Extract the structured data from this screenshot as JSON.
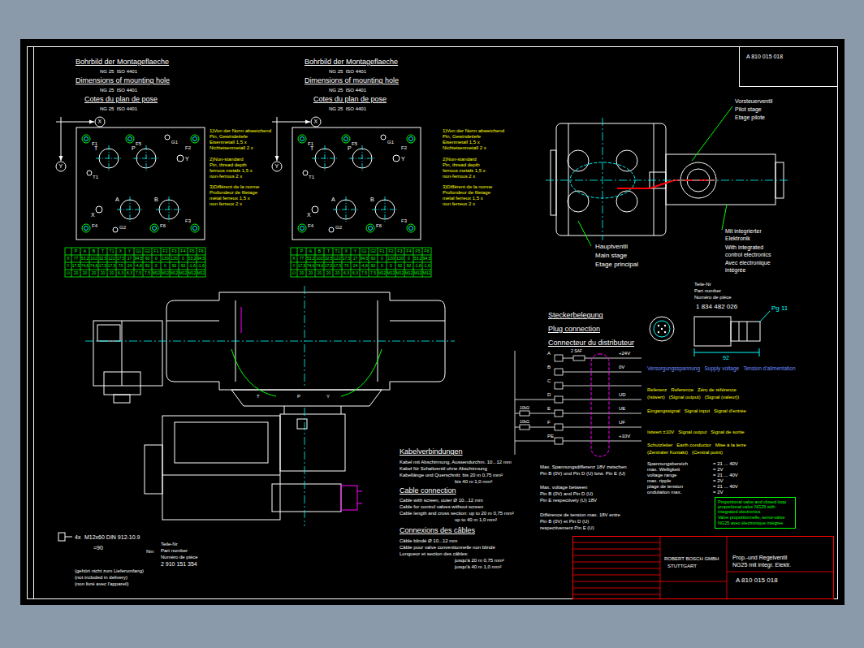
{
  "diagram": {
    "nodes": [
      {
        "text": [
          "A 810 015 018"
        ]
      },
      {
        "text": [
          "Proportional valve and closed loop proportional valve NG25 with integrated electronics",
          "Valve proportionnelle, servo-valve NG25 avec électronique intégrée"
        ]
      },
      {
        "text": [
          "ROBERT BOSCH GMBH",
          "STUTTGART",
          "Prop.-und Regelventil",
          "NG25 mit integr. Elektr.",
          "A 810 015 018"
        ]
      }
    ],
    "labels": [
      "Bohrbild der Montageflaeche",
      "NG 25  ISO 4401",
      "Dimensions of mounting hole",
      "NG 25  ISO 4401",
      "Cotes du plan de pose",
      "NG 25  ISO 4401",
      "Bohrbild der Montageflaeche",
      "NG 25  ISO 4401",
      "Dimensions of mounting hole",
      "NG 25  ISO 4401",
      "Cotes du plan de pose",
      "NG 25  ISO 4401",
      "X",
      "Y",
      "F1",
      "F5",
      "G1",
      "F2",
      "T",
      "P",
      "Y",
      "T1",
      "X",
      "A",
      "B",
      "F4",
      "G2",
      "F6",
      "F3",
      "X",
      "Y",
      "F1",
      "F5",
      "G1",
      "F2",
      "T",
      "P",
      "Y",
      "T1",
      "X",
      "A",
      "B",
      "F4",
      "G2",
      "F6",
      "F3",
      "1)Von der Norm abweichend",
      "Pin, Gewindetiefe",
      "Eisenmetall 1,5 x",
      "Nichteisenmetall 2 x",
      "2)Non-standard",
      "Pin, thread depth",
      "ferrous metals 1,5 x",
      "non-ferrous 2 x",
      "3)Différent de la norme",
      "Profondeur de filetage",
      "métal ferreux 1,5 x",
      "non ferreux 2 x",
      "1)Von der Norm abweichend",
      "Pin, Gewindetiefe",
      "Eisenmetall 1,5 x",
      "Nichteisenmetall 2 x",
      "2)Non-standard",
      "Pin, thread depth",
      "ferrous metals 1,5 x",
      "non-ferrous 2 x",
      "3)Différent de la norme",
      "Profondeur de filetage",
      "métal ferreux 1,5 x",
      "non ferreux 2 x",
      "P",
      "A",
      "B",
      "T",
      "T1",
      "X",
      "Y",
      "G1",
      "G2",
      "F1",
      "F2",
      "F3",
      "F4",
      "F5",
      "F6",
      "X",
      "77",
      "53,2",
      "102",
      "32,5",
      "122",
      "17,5",
      "17",
      "94,5",
      "60",
      "0",
      "130",
      "130",
      "0",
      "53,2",
      "94,5",
      "Y",
      "17,5",
      "74,6",
      "74,6",
      "17,5",
      "17,5",
      "73",
      "24",
      "-4,8",
      "92",
      "0",
      "0",
      "92",
      "92",
      "-1,6",
      "-1,6",
      "∅",
      "20",
      "20",
      "20",
      "20",
      "20",
      "6,3",
      "6,3",
      "7,5",
      "7,5",
      "M12",
      "M12",
      "M12",
      "M12",
      "M12",
      "M12",
      "P",
      "A",
      "B",
      "T",
      "T1",
      "X",
      "Y",
      "G1",
      "G2",
      "F1",
      "F2",
      "F3",
      "F4",
      "F5",
      "F6",
      "X",
      "77",
      "53,2",
      "102",
      "32,5",
      "122",
      "17,5",
      "17",
      "94,5",
      "60",
      "0",
      "130",
      "130",
      "0",
      "53,2",
      "94,5",
      "Y",
      "17,5",
      "74,6",
      "74,6",
      "17,5",
      "17,5",
      "73",
      "24",
      "-4,8",
      "92",
      "0",
      "0",
      "92",
      "92",
      "-1,6",
      "-1,6",
      "∅",
      "20",
      "20",
      "20",
      "20",
      "20",
      "6,3",
      "6,3",
      "7,5",
      "7,5",
      "M12",
      "M12",
      "M12",
      "M12",
      "M12",
      "M12",
      "Vorsteuerventil",
      "Pilot stage",
      "Etage pilote",
      "Hauptventil",
      "Main stage",
      "Etage principal",
      "Mit integrierter",
      "Elektronik",
      "With integrated",
      "control electronics",
      "Avec électronique",
      "intégrée",
      "Teile-Nr",
      "Part number",
      "Numéro de pièce",
      "1 834 482 026",
      "Pg 11",
      "92",
      "Steckerbelegung",
      "Plug connection",
      "Connecteur du distributeur",
      "A",
      "B",
      "C",
      "D",
      "E",
      "F",
      "PE",
      "+24V",
      "0V",
      "UD",
      "UE",
      "UF",
      "+10V",
      "2 SAF",
      "10kΩ",
      "10kΩ",
      "Versorgungsspannung   Supply voltage   Tension d'alimentation",
      "Referenz   Reference   Zéro de référence",
      "(Istwert)   (Signal output)   (Signal (valeur))",
      "Eingangssignal   Signal input   Signal d'entrée",
      "Istwert ±10V   Signal output   Signal de sortie",
      "Schutzleiter   Earth conductor   Mise à la terre",
      "(Zentraler Kontakt)   (Central point)",
      "Kabelverbindungen",
      "Kabel mit Abschirmung, Aussendurchm. 10...12 mm",
      "Kabel für Schaltventil ohne Abschirmung",
      "Kabellänge und Querschnitt: bis 20 m 0,75 mm²",
      "bis 40 m 1,0 mm²",
      "Cable connection",
      "Cable with screen, outer Ø 10...12 mm",
      "Cable for control valves without screen",
      "Cable length and cross section: up to 20 m 0,75 mm²",
      "up to 40 m 1,0 mm²",
      "Connexions des câbles",
      "Câble blindé Ø 10...12 mm",
      "Câble pour valve conventionnelle non blindé",
      "Longueur et section des câbles:",
      "jusqu'à 20 m 0,75 mm²",
      "jusqu'à 40 m 1,0 mm²",
      "Max. Spannungsdifferenz 18V zwischen",
      "Pin B (0V) und Pin D (U) bzw. Pin E (U)",
      "Max. voltage between",
      "Pin B (0V) and Pin D (U)",
      "Pin E respectively (U) 18V",
      "Différence de tension max. 18V entre",
      "Pin B (0V) et Pin D (U)",
      "respectivement Pin E (U)",
      "Spannungsbereich",
      "= 21 ... 40V",
      "max. Welligkeit",
      "= 2V",
      "voltage range",
      "= 21 ... 40V",
      "max. ripple",
      "= 2V",
      "plage de tension",
      "= 21 ... 40V",
      "ondulation max.",
      "= 2V",
      "4x",
      "M12x60 DIN 912-10.9",
      "Teile-Nr",
      "=90",
      "Nm",
      "Part number",
      "Numéro de pièce",
      "2 910 151 354",
      "(gehört nicht zum Lieferumfang)",
      "(not included in delivery)",
      "(non livré avec l'appareil)",
      "T",
      "P",
      "Y"
    ]
  }
}
